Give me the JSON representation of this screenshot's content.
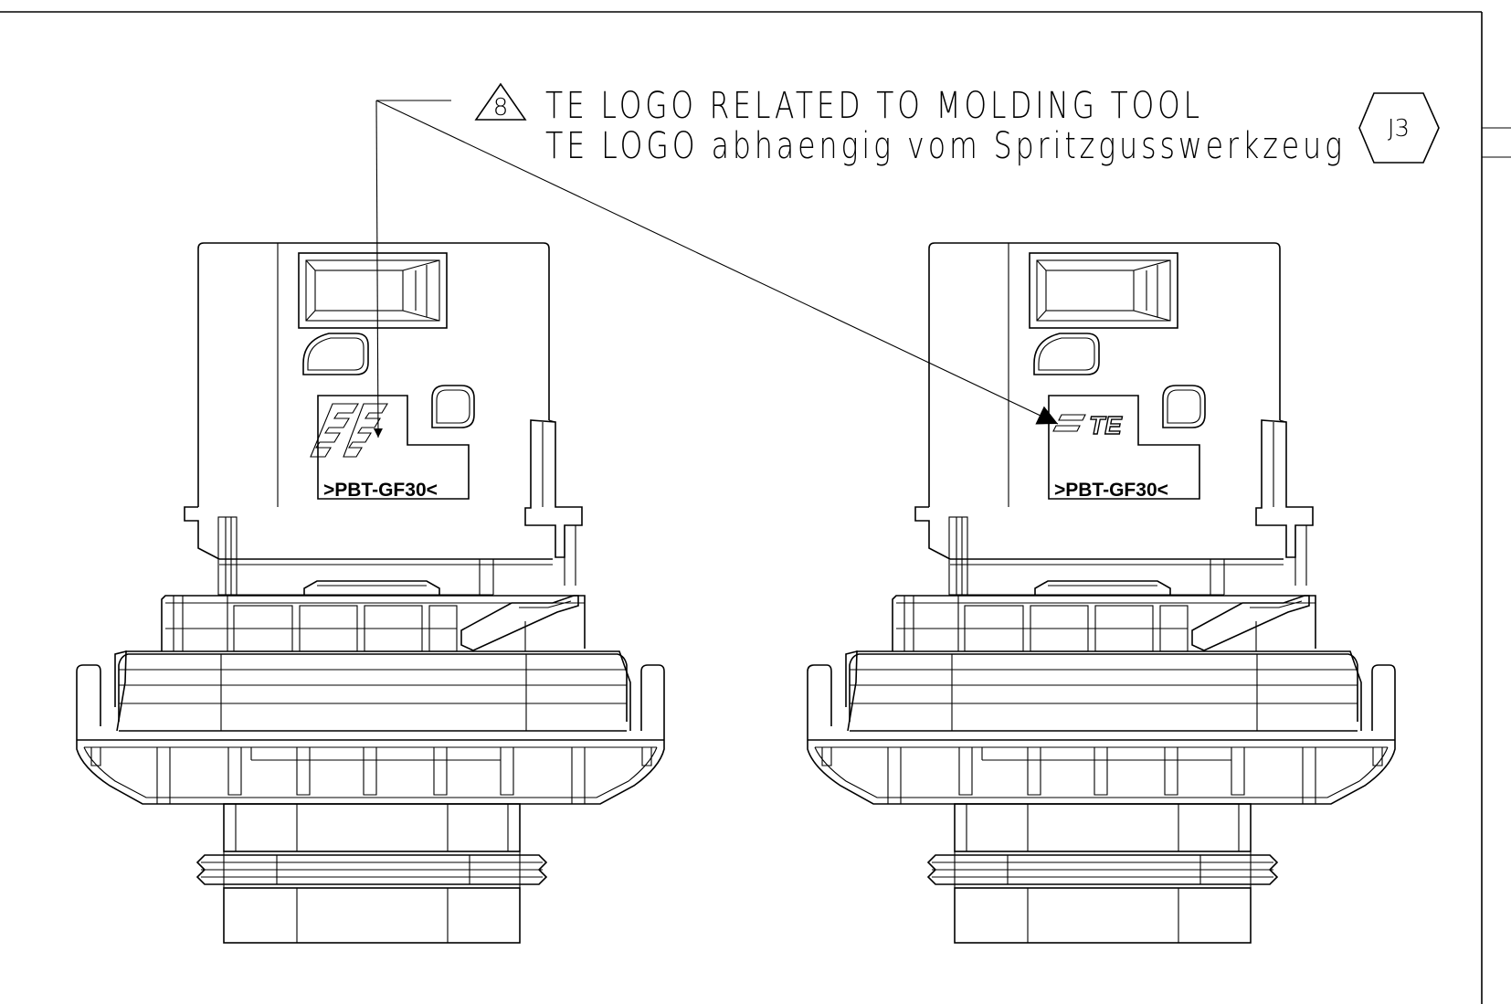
{
  "note": {
    "delta_number": "8",
    "line1": "TE LOGO RELATED TO MOLDING TOOL",
    "line2": "TE LOGO abhaengig vom Spritzgusswerkzeug"
  },
  "revision_tag": "J3",
  "views": [
    {
      "id": "left",
      "logo_style": "stacked-te-logo",
      "material_label": ">PBT-GF30<"
    },
    {
      "id": "right",
      "logo_style": "horizontal-te-logo",
      "logo_text": "TE",
      "material_label": ">PBT-GF30<"
    }
  ]
}
